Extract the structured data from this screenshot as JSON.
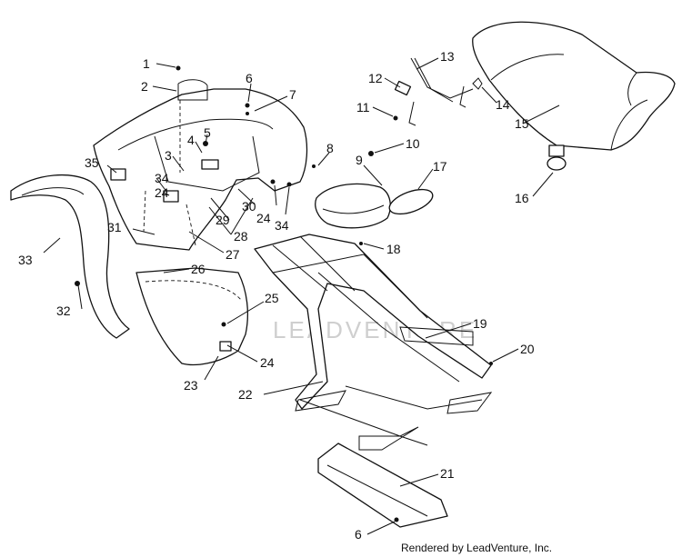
{
  "diagram": {
    "callouts": [
      {
        "n": "1"
      },
      {
        "n": "2"
      },
      {
        "n": "3"
      },
      {
        "n": "4"
      },
      {
        "n": "5"
      },
      {
        "n": "6"
      },
      {
        "n": "7"
      },
      {
        "n": "8"
      },
      {
        "n": "9"
      },
      {
        "n": "10"
      },
      {
        "n": "11"
      },
      {
        "n": "12"
      },
      {
        "n": "13"
      },
      {
        "n": "14"
      },
      {
        "n": "15"
      },
      {
        "n": "16"
      },
      {
        "n": "17"
      },
      {
        "n": "18"
      },
      {
        "n": "19"
      },
      {
        "n": "20"
      },
      {
        "n": "21"
      },
      {
        "n": "22"
      },
      {
        "n": "23"
      },
      {
        "n": "24"
      },
      {
        "n": "25"
      },
      {
        "n": "26"
      },
      {
        "n": "27"
      },
      {
        "n": "28"
      },
      {
        "n": "29"
      },
      {
        "n": "30"
      },
      {
        "n": "31"
      },
      {
        "n": "32"
      },
      {
        "n": "33"
      },
      {
        "n": "34"
      },
      {
        "n": "35"
      },
      {
        "n": "24"
      },
      {
        "n": "34"
      },
      {
        "n": "24"
      },
      {
        "n": "6"
      }
    ],
    "watermark": "LEADVENTURE"
  },
  "footer": {
    "credit": "Rendered by LeadVenture, Inc."
  },
  "colors": {
    "line": "#111111",
    "background": "#ffffff",
    "watermark": "#cfcfcf"
  }
}
